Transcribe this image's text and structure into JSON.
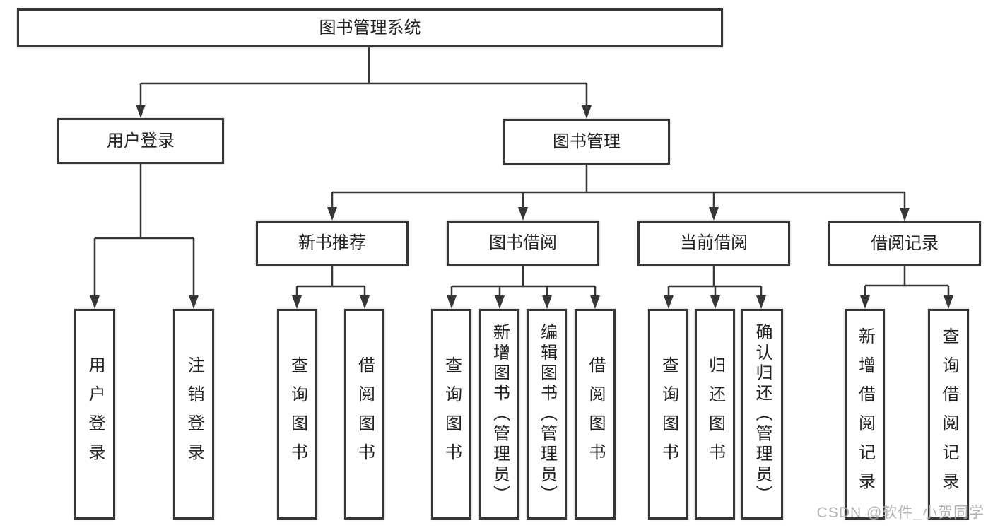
{
  "diagram_type": "hierarchy-tree",
  "tree": {
    "label": "图书管理系统",
    "children": [
      {
        "label": "用户登录",
        "children": [
          {
            "label": "用户登录"
          },
          {
            "label": "注销登录"
          }
        ]
      },
      {
        "label": "图书管理",
        "children": [
          {
            "label": "新书推荐",
            "children": [
              {
                "label": "查询图书"
              },
              {
                "label": "借阅图书"
              }
            ]
          },
          {
            "label": "图书借阅",
            "children": [
              {
                "label": "查询图书"
              },
              {
                "label": "新增图书（管理员）"
              },
              {
                "label": "编辑图书（管理员）"
              },
              {
                "label": "借阅图书"
              }
            ]
          },
          {
            "label": "当前借阅",
            "children": [
              {
                "label": "查询图书"
              },
              {
                "label": "归还图书"
              },
              {
                "label": "确认归还（管理员）"
              }
            ]
          },
          {
            "label": "借阅记录",
            "children": [
              {
                "label": "新增借阅记录"
              },
              {
                "label": "查询借阅记录"
              }
            ]
          }
        ]
      }
    ]
  },
  "watermark": "CSDN @软件_小贺同学",
  "colors": {
    "background": "#ffffff",
    "line": "#363636",
    "box_border": "#363636",
    "text": "#232323",
    "watermark": "#adadad"
  }
}
